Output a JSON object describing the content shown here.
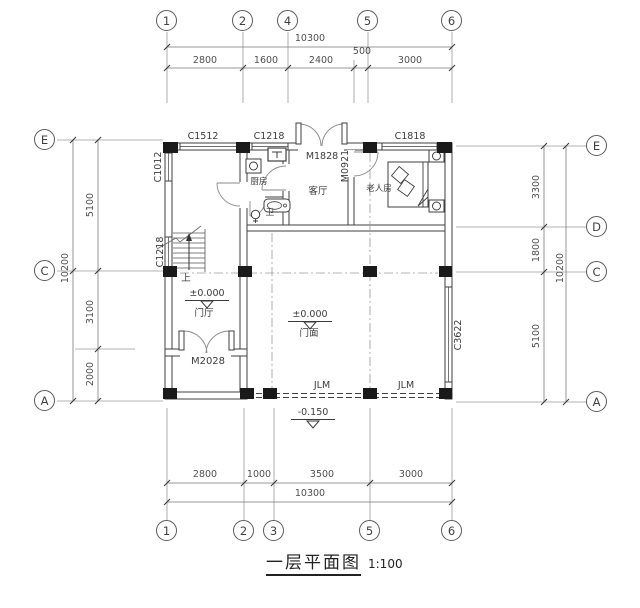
{
  "title": {
    "text": "一层平面图",
    "scale": "1:100"
  },
  "axes": {
    "top": [
      {
        "label": "1"
      },
      {
        "label": "2"
      },
      {
        "label": "4"
      },
      {
        "label": "5"
      },
      {
        "label": "6"
      }
    ],
    "bottom": [
      {
        "label": "1"
      },
      {
        "label": "2"
      },
      {
        "label": "3"
      },
      {
        "label": "5"
      },
      {
        "label": "6"
      }
    ],
    "left": [
      {
        "label": "E"
      },
      {
        "label": "C"
      },
      {
        "label": "A"
      }
    ],
    "right": [
      {
        "label": "E"
      },
      {
        "label": "D"
      },
      {
        "label": "C"
      },
      {
        "label": "A"
      }
    ]
  },
  "dims": {
    "top": {
      "overall": "10300",
      "segments": [
        {
          "v": "2800"
        },
        {
          "v": "1600"
        },
        {
          "v": "2400"
        },
        {
          "v": "500"
        },
        {
          "v": "3000"
        }
      ]
    },
    "bottom": {
      "overall": "10300",
      "segments": [
        {
          "v": "2800"
        },
        {
          "v": "1000"
        },
        {
          "v": "3500"
        },
        {
          "v": "3000"
        }
      ]
    },
    "left": {
      "overall": "10200",
      "segments": [
        {
          "v": "5100"
        },
        {
          "v": "3100"
        },
        {
          "v": "2000"
        }
      ]
    },
    "right": {
      "overall": "10200",
      "segments": [
        {
          "v": "3300"
        },
        {
          "v": "1800"
        },
        {
          "v": "5100"
        }
      ]
    }
  },
  "openings": {
    "windows": {
      "top_left": "C1512",
      "top_mid": "C1218",
      "top_right": "C1818",
      "left_upper": "C1012",
      "left_mid": "C1218",
      "right_lower": "C3622"
    },
    "doors": {
      "main_entry": "M1828",
      "bedroom": "M0921",
      "foyer_entry": "M2028"
    },
    "shutters": {
      "left": "JLM",
      "right": "JLM"
    }
  },
  "rooms": {
    "kitchen": "厨房",
    "living": "客厅",
    "bedroom": "老人房",
    "wc": "卫",
    "foyer": "门厅",
    "storefront": "门面"
  },
  "stairs": {
    "up": "上"
  },
  "levels": {
    "foyer": "±0.000",
    "storefront": "±0.000",
    "outdoor": "-0.150"
  },
  "colors": {
    "wall": "#3f3f3f",
    "column": "#1a1a1a",
    "thin": "#9a9a9a",
    "text": "#3c3c3c"
  }
}
